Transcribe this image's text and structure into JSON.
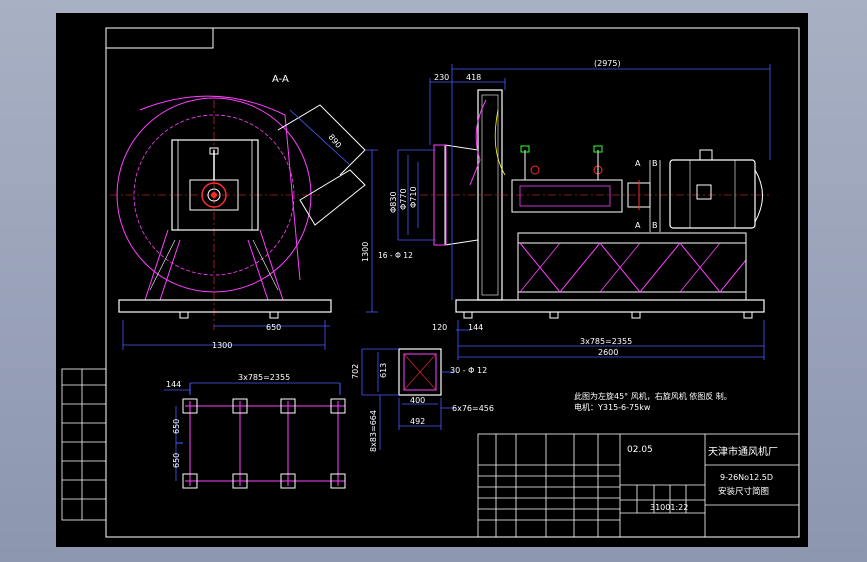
{
  "colors": {
    "background": "#000000",
    "frame": "#a3abc0",
    "border": "#ffffff",
    "dimension": "#4a5cff",
    "body": "#ffffff",
    "part": "#ff40ff",
    "accent": "#ff2a2a",
    "center": "#ff3030",
    "green": "#33ff33",
    "yellow": "#ffff33",
    "text": "#ffffff"
  },
  "views": {
    "section_label": "A-A",
    "section_mark_a": "A",
    "section_mark_b": "B"
  },
  "dims": {
    "d_890": "890",
    "d_1300h": "1300",
    "d_650": "650",
    "d_1300w": "1300",
    "d_2975": "(2975)",
    "d_230": "230",
    "d_418": "418",
    "d_830": "Φ830",
    "d_770": "Φ770",
    "d_710": "Φ710",
    "d_16phi12": "16 - Φ 12",
    "d_120": "120",
    "d_144b": "144",
    "d_3x785a": "3x785=2355",
    "d_2600": "2600",
    "d_3x785b": "3x785=2355",
    "d_144": "144",
    "d_650a": "650",
    "d_650b": "650",
    "d_702": "702",
    "d_613": "613",
    "d_400": "400",
    "d_492": "492",
    "d_30phi12": "30 - Φ 12",
    "d_6x76": "6x76=456",
    "d_8x83": "8x83=664"
  },
  "notes": {
    "line1": "此图为左旋45° 风机，右旋风机 依图反 制。",
    "line2": "电机：Y315-6-75kw"
  },
  "title_block": {
    "date": "02.05",
    "company": "天津市通风机厂",
    "model": "9-26No12.5D",
    "drawing_name": "安装尺寸简图",
    "scale": "31001:22"
  }
}
